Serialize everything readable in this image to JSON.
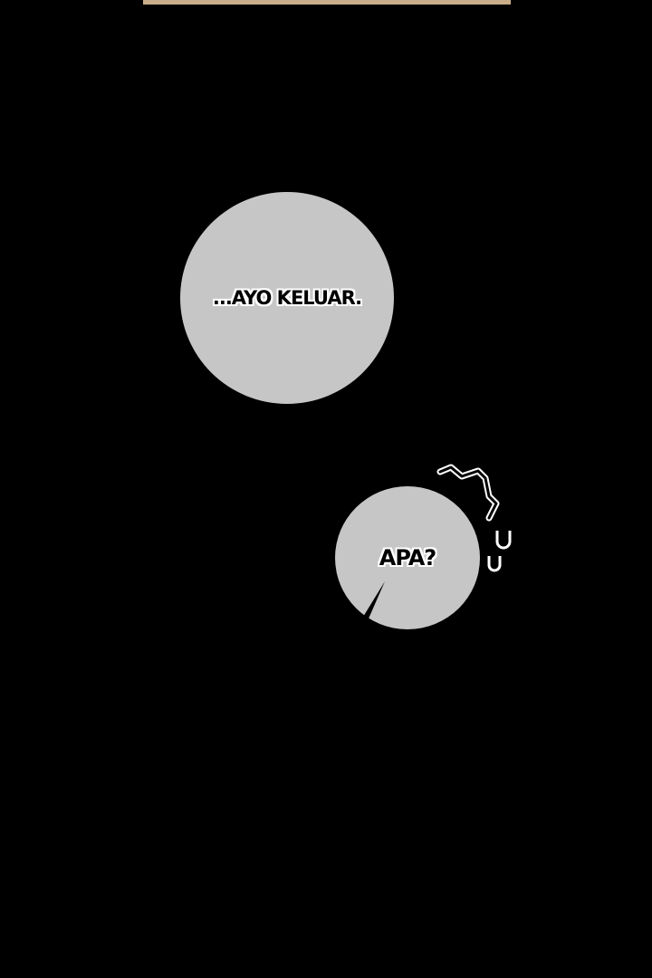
{
  "panel": {
    "bubble_1": "...AYO KELUAR.",
    "bubble_2": "APA?",
    "sfx_marks": "U U"
  },
  "colors": {
    "background": "#000000",
    "bubble": "#c6c6c6",
    "top_strip": "#c9ad88"
  }
}
